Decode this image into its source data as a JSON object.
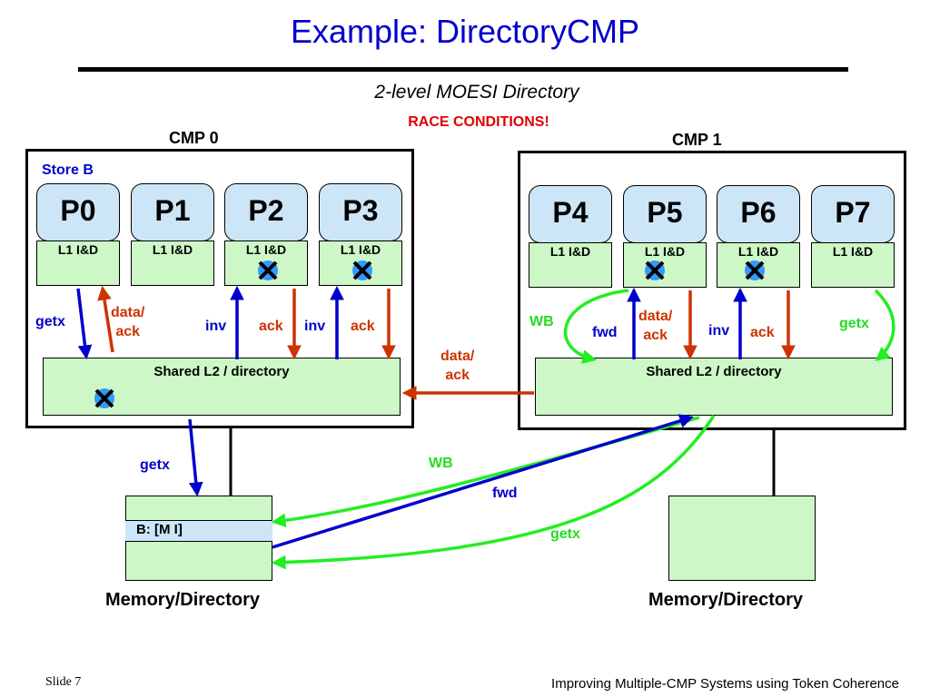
{
  "slide": {
    "title": "Example:  DirectoryCMP",
    "subtitle": "2-level MOESI Directory",
    "alert": "RACE CONDITIONS!",
    "footer_left": "Slide 7",
    "footer_right": "Improving Multiple-CMP Systems using Token Coherence"
  },
  "cmp0": {
    "label": "CMP 0",
    "store_label": "Store B",
    "processors": [
      {
        "name": "P0",
        "cache": "L1 I&D"
      },
      {
        "name": "P1",
        "cache": "L1 I&D"
      },
      {
        "name": "P2",
        "cache": "L1 I&D"
      },
      {
        "name": "P3",
        "cache": "L1 I&D"
      }
    ],
    "l2_label": "Shared L2 / directory"
  },
  "cmp1": {
    "label": "CMP 1",
    "processors": [
      {
        "name": "P4",
        "cache": "L1 I&D"
      },
      {
        "name": "P5",
        "cache": "L1 I&D"
      },
      {
        "name": "P6",
        "cache": "L1 I&D"
      },
      {
        "name": "P7",
        "cache": "L1 I&D"
      }
    ],
    "l2_label": "Shared L2 / directory"
  },
  "memory": {
    "left_label": "Memory/Directory",
    "left_entry": "B: [M I]",
    "right_label": "Memory/Directory"
  },
  "messages": {
    "getx": "getx",
    "data_ack_line1": "data/",
    "data_ack_line2": "ack",
    "inv": "inv",
    "ack": "ack",
    "wb": "WB",
    "fwd": "fwd"
  },
  "colors": {
    "request_blue": "#0000cc",
    "response_red": "#cc3300",
    "writeback_green": "#22ee22",
    "invalidated_marker": "#3399ff"
  },
  "icons": {
    "invalidated": "x-mark-icon"
  }
}
